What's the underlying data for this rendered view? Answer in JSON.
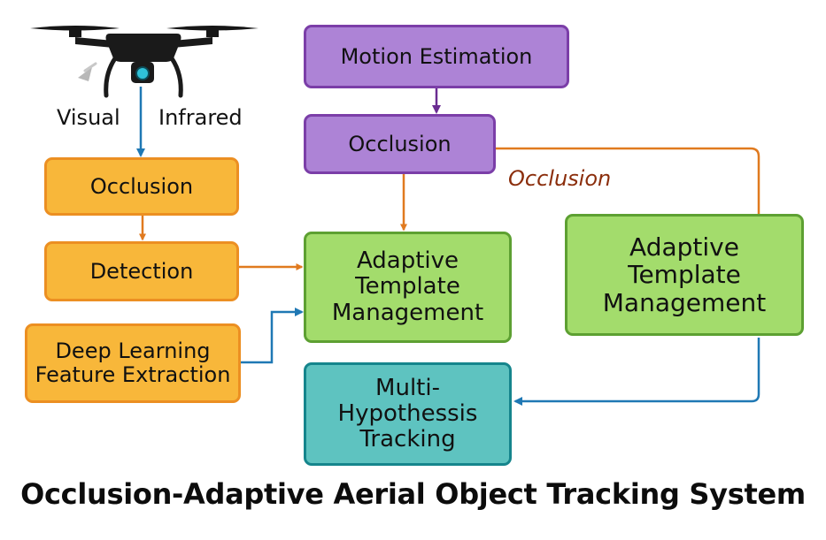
{
  "drone": {
    "visual_label": "Visual",
    "infrared_label": "Infrared"
  },
  "left_column": {
    "occlusion": "Occlusion",
    "detection": "Detection",
    "deep_learning": "Deep Learning Feature Extraction"
  },
  "center_column": {
    "motion_estimation": "Motion Estimation",
    "occlusion": "Occlusion",
    "adaptive_template": "Adaptive Template Management",
    "multi_hypothesis": "Multi-Hypothessis Tracking"
  },
  "right_column": {
    "occlusion_label": "Occlusion",
    "adaptive_template": "Adaptive Template Management"
  },
  "title": "Occlusion-Adaptive Aerial Object Tracking System",
  "colors": {
    "orange_fill": "#f8b73a",
    "orange_edge": "#ec8f22",
    "purple_fill": "#ad83d6",
    "purple_edge": "#7b3ea8",
    "green_fill": "#a3dc6c",
    "green_edge": "#5da032",
    "teal_fill": "#5ec3c0",
    "teal_edge": "#15858c",
    "arrow_orange": "#e07a1f",
    "arrow_blue": "#1f78b4",
    "arrow_purple": "#6a2c91",
    "occlusion_text": "#8b2e0c"
  }
}
